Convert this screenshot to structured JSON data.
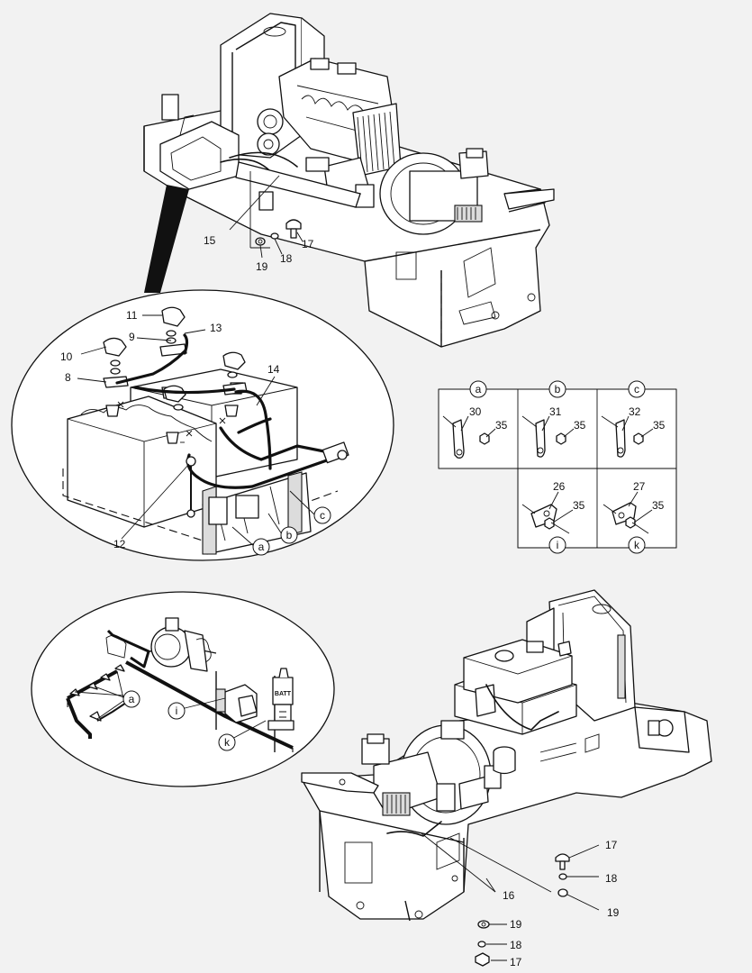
{
  "callouts": {
    "n15": "15",
    "n17a": "17",
    "n18a": "18",
    "n19a": "19",
    "n11": "11",
    "n13": "13",
    "n9": "9",
    "n10": "10",
    "n8": "8",
    "n14": "14",
    "n12": "12",
    "ca": "a",
    "cb": "b",
    "cc": "c",
    "n16": "16",
    "n17b": "17",
    "n18b": "18",
    "n19b": "19",
    "n19c": "19",
    "n18c": "18",
    "n17c": "17",
    "d_ca": "a",
    "d_ci": "i",
    "d_ck": "k"
  },
  "table": {
    "cells": [
      {
        "letter": "a",
        "part": "30",
        "nut": "35"
      },
      {
        "letter": "b",
        "part": "31",
        "nut": "35"
      },
      {
        "letter": "c",
        "part": "32",
        "nut": "35"
      },
      {
        "letter": "i",
        "part": "26",
        "nut": "35"
      },
      {
        "letter": "k",
        "part": "27",
        "nut": "35"
      }
    ]
  },
  "labels": {
    "batt": "BATT"
  }
}
